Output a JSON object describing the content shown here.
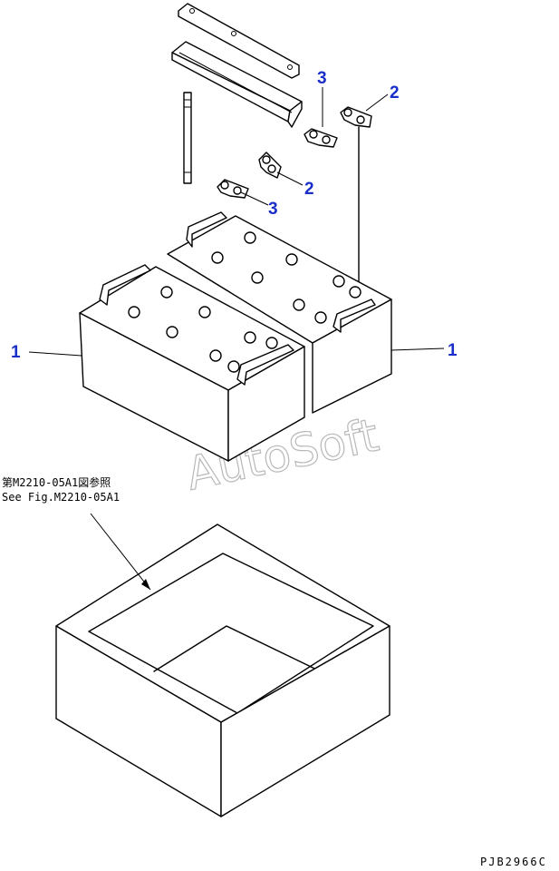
{
  "callouts": [
    {
      "label": "3"
    },
    {
      "label": "2"
    },
    {
      "label": "2"
    },
    {
      "label": "3"
    },
    {
      "label": "1"
    },
    {
      "label": "1"
    }
  ],
  "reference": {
    "line_jp": "第M2210-05A1図参照",
    "line_en": "See Fig.M2210-05A1"
  },
  "watermark": "AutoSoft",
  "drawing_code": "PJB2966C",
  "colors": {
    "callout": "#1a2fc9",
    "line": "#000000",
    "watermark": "#b8b8b8"
  }
}
